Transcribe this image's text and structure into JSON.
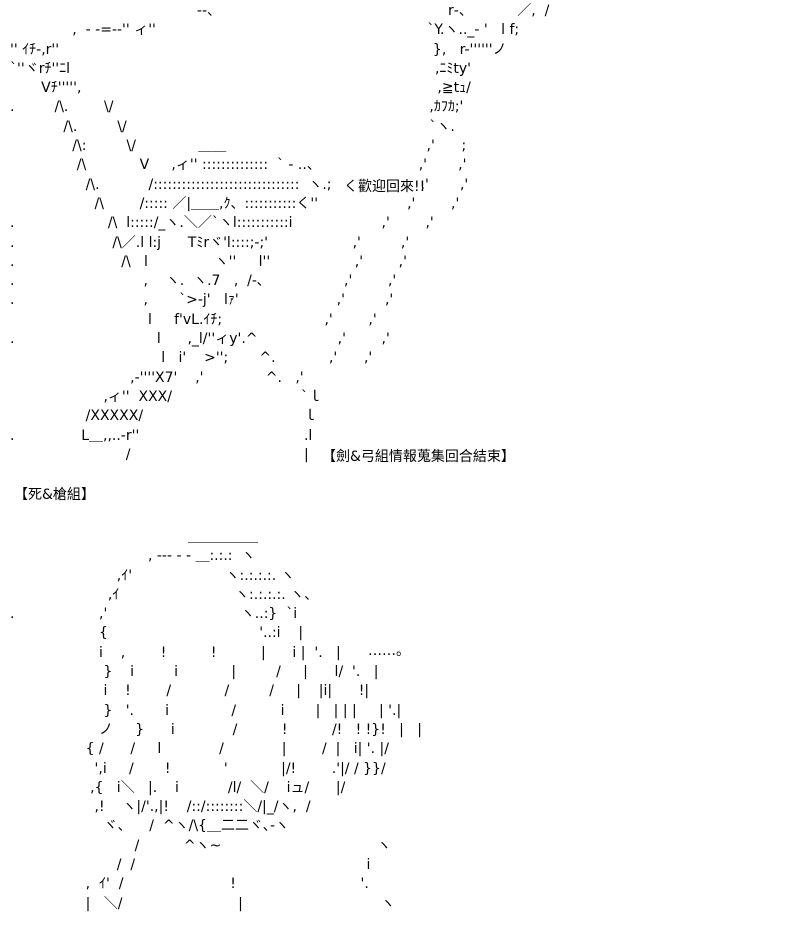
{
  "art_top": "                                          ‐-、                                                   r‐、          ／,  /\n              ,  - ‐=-‐'' ィ''                                                             `Y.ヽ.._‐ '   l f;\n'' ｲﾁ-,r''                                                                                    },   r-''''''ノ\n`''ヾrﾁ''ﾆl                                                                                  ,ﾆﾐty'\n       Vﾁ''''',                                                                                ,≧tｭ/\n.         /\\.        \\/                                                                       ,ｶﾌｶ;'\n            /\\.         \\/                                                                    `ヽ.\n              /\\:         \\/              ＿＿                                             ,'      ;\n               /\\            V     ,ィ'' ::::::::::::::  ` ‐ ..、                      ,'       ,'\n                 /\\.           /:::::::::::::::::::::::::::::::  ヽ.;                    ,'       ,'\n                   /\\        /::::: ／|＿＿,ｸ、:::::::::::く''                    ,'        ,'\n.                     /\\  l:::::/_ヽ.＼／`ヽl:::::::::::i                    ,'        ,'\n.                      /\\／.l l:j      Tﾐrヾ'l::::;-;'                   ,'         ,'\n.                        /\\   l               ヽ''     l''                   ,'        ,'\n.                             ,    ヽ.  ヽ.7   ,  /-､                  ,'        ,'\n.                             ,       `>-j'   lｧ'                      ,'         ,'\n                               l     f'vL.ｲﾁ;                       ,'        ,'\n.                                l      ,_l/''ィy'.^                  ,'        ,'\n                                  l   i'    >'';       ^.            ,'      ,'\n                           ,‐''''X7'    ,'              ^.   ,'\n                     ,ィ''  XXX/                             `ｌ\n                 /XXXXX/                                    ｌ\n.               L＿,,..‐r''                                     .l\n                          /                                       |",
  "art_bottom": "                                        ＿＿＿＿＿\n                               , ‐‐‐ ‐ ‐ ＿:.:.:  ヽ\n                        ,ｲ'                     ヽ:.:.:.:. ヽ\n                      ,ｲ                          ヽ:.:.:.:. ヽ、\n.                   ,'                              ヽ..:}  `i\n                    {                                  '..:i    |\n                    i    ,        !          !          |      i |  '.   |\n                     }    i         i            |         /     |      l/  '.   |\n                     i    !        /            /         /     |    |i|      !|\n                     }   '.       i              /          i       |   | | |     | '.|\n                    ノ     }      i             /          !          /!   ! !}!   |   |\n                 { /      /     l             /             |        /  |   i| '. |/\n                   ',i     /       !            '            |/!        .'|/ / }}/\n                  ,{   i＼   |.    i           /l/  ＼/    iュ/      |/\n                   ,!    ヽ|/'.,|!    /::/::::::::＼/|_/ヽ,  /\n                     ヾ、    /  ^ヽ/\\{＿二二ヾ､‐ヽ\n                            /          ^ヽ~                                   ヽ\n                        /  /                                                    i\n                 ,  ｲ'  /                        !                            '.\n                 |   ＼/                          |                               ヽ",
  "speech_welcome": "く歡迎回來!!",
  "section_end": "【劍&弓組情報蒐集回合結束】",
  "section_header": "【死&槍組】",
  "speech_ellipsis": "……。"
}
